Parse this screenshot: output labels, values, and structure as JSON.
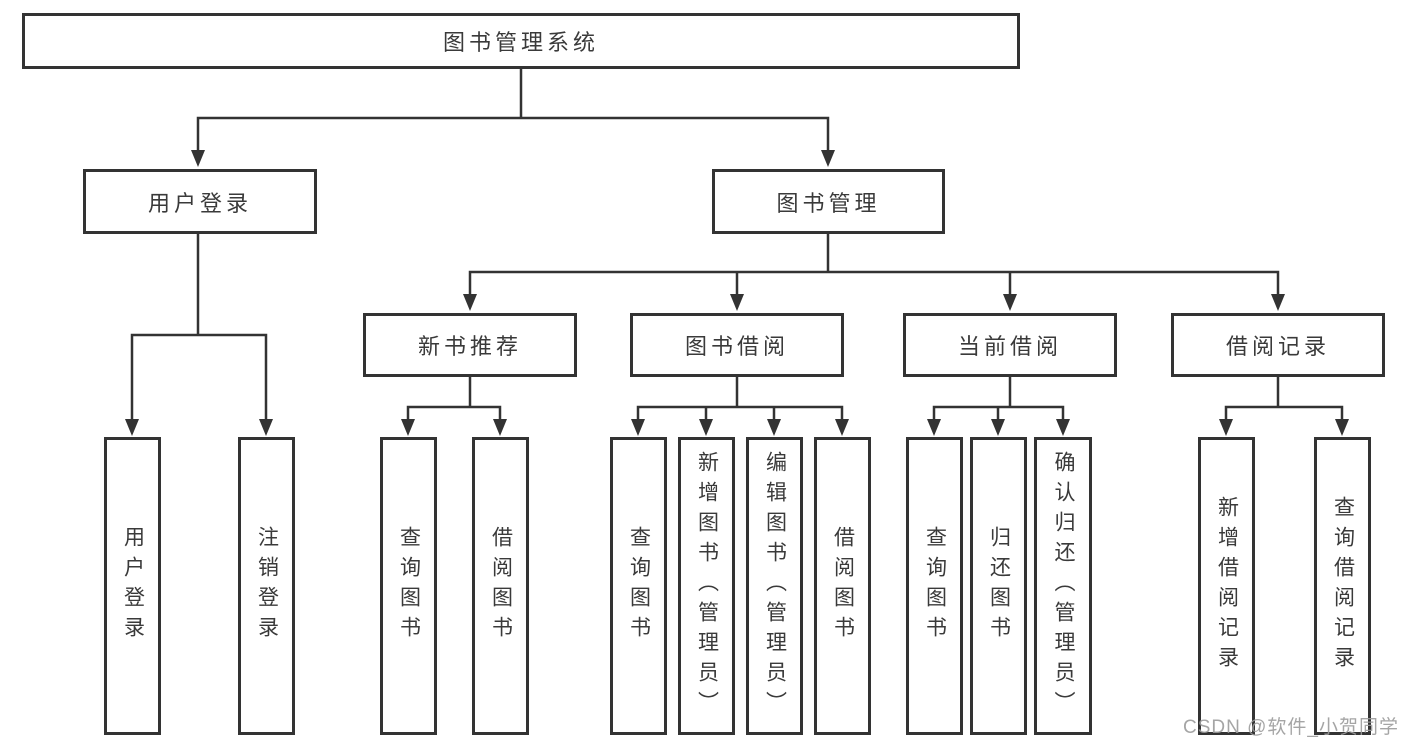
{
  "tree": {
    "root": "图书管理系统",
    "branches": [
      {
        "label": "用户登录",
        "children": [
          {
            "label": "用户登录"
          },
          {
            "label": "注销登录"
          }
        ]
      },
      {
        "label": "图书管理",
        "children": [
          {
            "label": "新书推荐",
            "children": [
              {
                "label": "查询图书"
              },
              {
                "label": "借阅图书"
              }
            ]
          },
          {
            "label": "图书借阅",
            "children": [
              {
                "label": "查询图书"
              },
              {
                "label": "新增图书（管理员）"
              },
              {
                "label": "编辑图书（管理员）"
              },
              {
                "label": "借阅图书"
              }
            ]
          },
          {
            "label": "当前借阅",
            "children": [
              {
                "label": "查询图书"
              },
              {
                "label": "归还图书"
              },
              {
                "label": "确认归还（管理员）"
              }
            ]
          },
          {
            "label": "借阅记录",
            "children": [
              {
                "label": "新增借阅记录"
              },
              {
                "label": "查询借阅记录"
              }
            ]
          }
        ]
      }
    ]
  },
  "watermark": {
    "text": "CSDN @软件_小贺同学"
  },
  "colors": {
    "line": "#333333",
    "text": "#3a3a3a",
    "watermark": "#9c9c9c",
    "background": "#ffffff"
  }
}
